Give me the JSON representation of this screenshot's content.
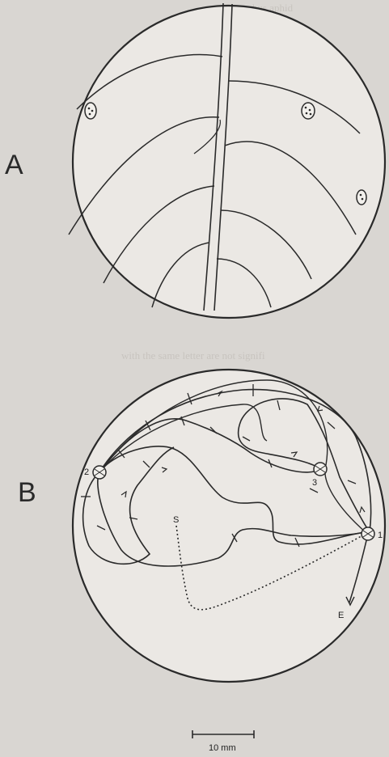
{
  "panels": {
    "a_label": "A",
    "b_label": "B"
  },
  "track": {
    "start_label": "S",
    "end_label": "E",
    "site_labels": [
      "1",
      "2",
      "3"
    ]
  },
  "scale_bar": {
    "label": "10 mm"
  },
  "colors": {
    "ink": "#2a2a2a",
    "background": "#d9d6d2",
    "leaf_fill": "#ebe8e4",
    "bleed_text": "#c8c4bf"
  }
}
